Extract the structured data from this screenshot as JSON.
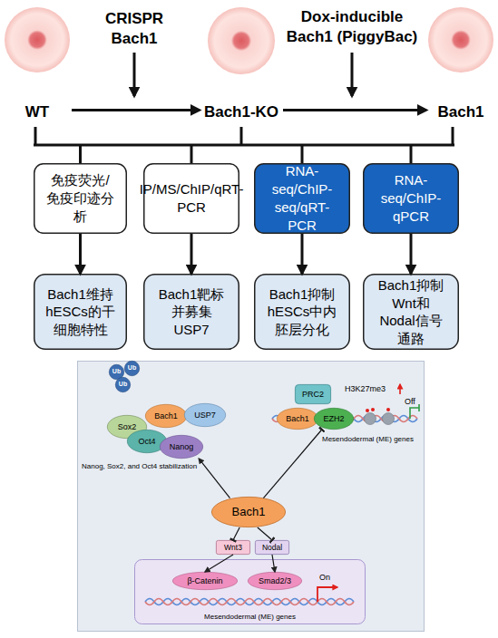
{
  "diagram": {
    "nodes": [
      {
        "text": [
          "WT"
        ]
      },
      {
        "text": [
          "Bach1-KO"
        ]
      },
      {
        "text": [
          "Bach1"
        ]
      },
      {
        "text": [
          "免疫荧光/免疫印迹分析"
        ]
      },
      {
        "text": [
          "IP/MS/ChIP/qRT-PCR"
        ]
      },
      {
        "text": [
          "RNA-seq/ChIP-seq/qRT-PCR"
        ]
      },
      {
        "text": [
          "RNA-seq/ChIP-qPCR"
        ]
      },
      {
        "text": [
          "Bach1维持hESCs的干细胞特性"
        ]
      },
      {
        "text": [
          "Bach1靶标并募集USP7"
        ]
      },
      {
        "text": [
          "Bach1抑制hESCs中内胚层分化"
        ]
      },
      {
        "text": [
          "Bach1抑制Wnt和Nodal信号通路"
        ]
      },
      {
        "text": [
          "Ub"
        ]
      },
      {
        "text": [
          "Ub"
        ]
      },
      {
        "text": [
          "Ub"
        ]
      },
      {
        "text": [
          "Sox2"
        ]
      },
      {
        "text": [
          "Bach1"
        ]
      },
      {
        "text": [
          "USP7"
        ]
      },
      {
        "text": [
          "Oct4"
        ]
      },
      {
        "text": [
          "Nanog"
        ]
      },
      {
        "text": [
          "PRC2"
        ]
      },
      {
        "text": [
          "Bach1"
        ]
      },
      {
        "text": [
          "EZH2"
        ]
      },
      {
        "text": [
          "Bach1"
        ]
      },
      {
        "text": [
          "Wnt3"
        ]
      },
      {
        "text": [
          "Nodal"
        ]
      },
      {
        "text": [
          "Mesendodermal (ME) genes"
        ]
      },
      {
        "text": [
          "β-Catenin"
        ],
        "in": 25
      },
      {
        "text": [
          "Smad2/3"
        ],
        "in": 25
      }
    ],
    "edges": [
      {
        "from": 0,
        "to": 1,
        "arrow": "to",
        "label": "CRISPR Bach1"
      },
      {
        "from": 1,
        "to": 2,
        "arrow": "to",
        "label": "Dox-inducible Bach1 (PiggyBac)"
      },
      {
        "from": 3,
        "to": 7,
        "arrow": "to"
      },
      {
        "from": 4,
        "to": 8,
        "arrow": "to"
      },
      {
        "from": 5,
        "to": 9,
        "arrow": "to"
      },
      {
        "from": 6,
        "to": 10,
        "arrow": "to"
      },
      {
        "from": 22,
        "to": 18,
        "arrow": "to"
      },
      {
        "from": 22,
        "to": 21,
        "arrow": "to"
      },
      {
        "from": 22,
        "to": 23,
        "arrow": "to"
      },
      {
        "from": 22,
        "to": 24,
        "arrow": "to"
      },
      {
        "from": 23,
        "to": 26,
        "arrow": "to"
      },
      {
        "from": 24,
        "to": 27,
        "arrow": "to"
      }
    ],
    "labels": [
      "Nanog, Sox2, and Oct4 stabilization",
      "H3K27me3",
      "Off",
      "Mesendodermal (ME) genes",
      "On"
    ]
  }
}
